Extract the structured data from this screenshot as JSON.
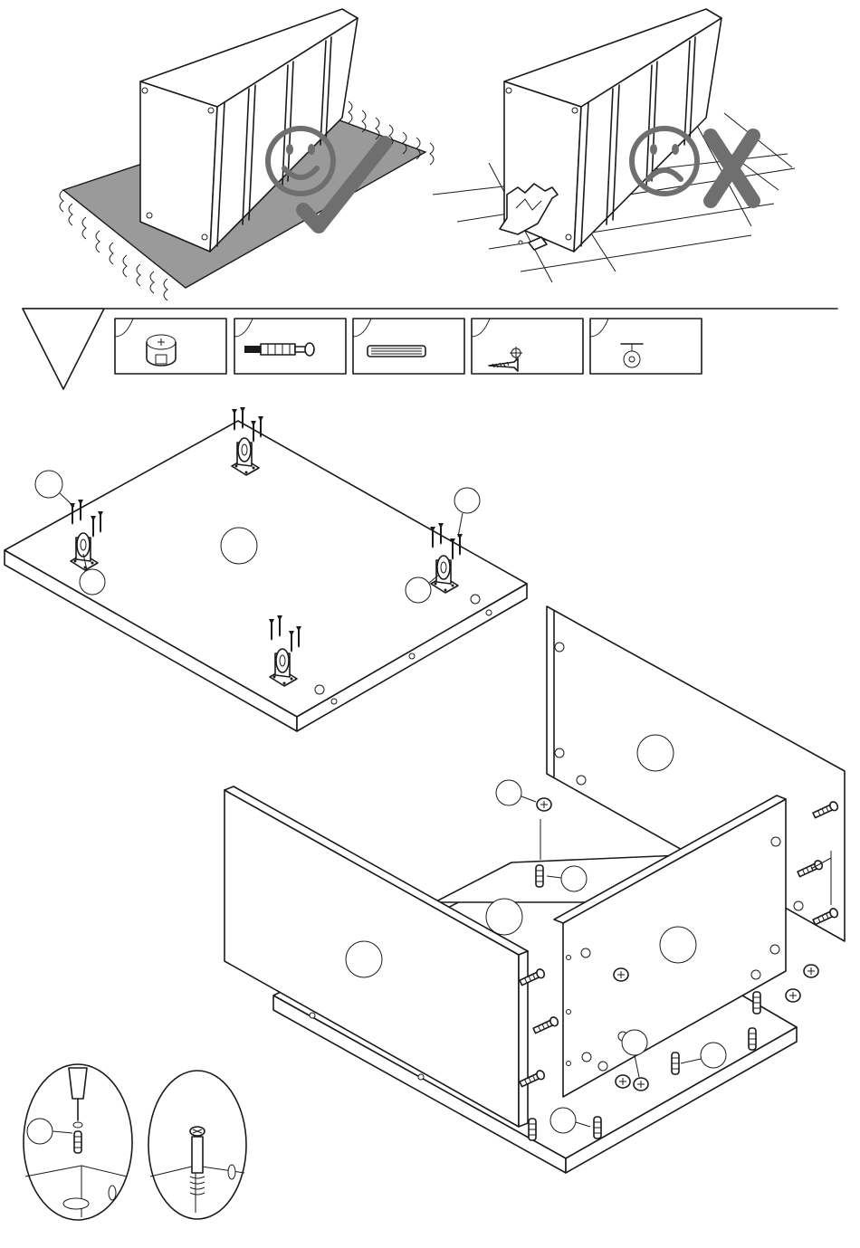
{
  "page": {
    "width": 950,
    "height": 1379
  },
  "colors": {
    "line": "#1a1a1a",
    "rug": "#9a9a9a",
    "mark": "#6f6f6f",
    "background": "#ffffff"
  },
  "warning": {
    "good_example": {
      "icons": [
        "smiley-face-icon",
        "check-mark-icon"
      ],
      "surface": "rug"
    },
    "bad_example": {
      "icons": [
        "sad-face-icon",
        "cross-mark-icon"
      ],
      "surface": "hard-floor"
    }
  },
  "hardware_legend": {
    "items": [
      {
        "icon": "cam-lock-icon"
      },
      {
        "icon": "cam-bolt-icon"
      },
      {
        "icon": "wooden-dowel-icon"
      },
      {
        "icon": "screw-icon"
      },
      {
        "icon": "caster-wheel-icon"
      }
    ]
  },
  "steps": {
    "caster_step": {
      "casters": 4,
      "screws_per_caster": 4
    },
    "frame_step": {
      "panels": [
        "side-panel-left",
        "side-panel-right",
        "back-panel",
        "divider-panel",
        "bottom-panel"
      ]
    },
    "detail_views": [
      "cam-bolt-insert-detail",
      "dowel-insert-detail"
    ]
  }
}
